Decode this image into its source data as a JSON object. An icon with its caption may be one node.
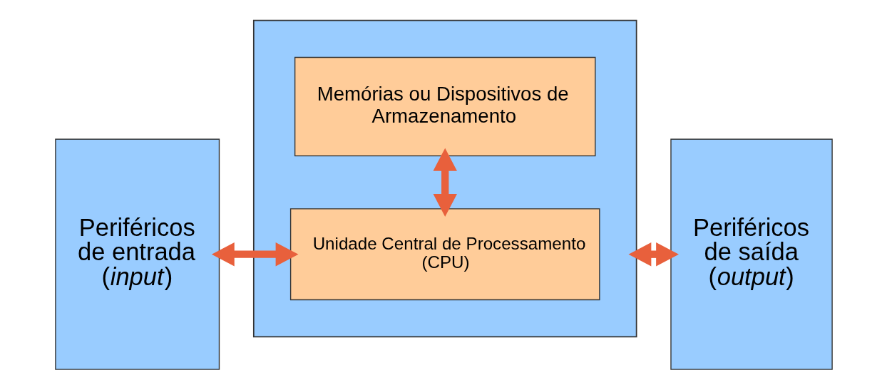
{
  "diagram": {
    "nodes": [
      {
        "text": [
          "Periféricos de entrada (*input*)"
        ]
      },
      {
        "text": [],
        "shape": "box"
      },
      {
        "text": [
          "Unidade Central de Processamento (CPU)"
        ],
        "in": 1
      },
      {
        "text": [
          "Memórias ou Dispositivos de Armazenamento"
        ],
        "in": 1
      },
      {
        "text": [
          "Periféricos de saída (*output*)"
        ]
      }
    ],
    "edges": [
      {
        "from": 0,
        "to": 2,
        "arrow": "both"
      },
      {
        "from": 2,
        "to": 3,
        "arrow": "both"
      },
      {
        "from": 1,
        "to": 4,
        "arrow": "both"
      }
    ]
  }
}
